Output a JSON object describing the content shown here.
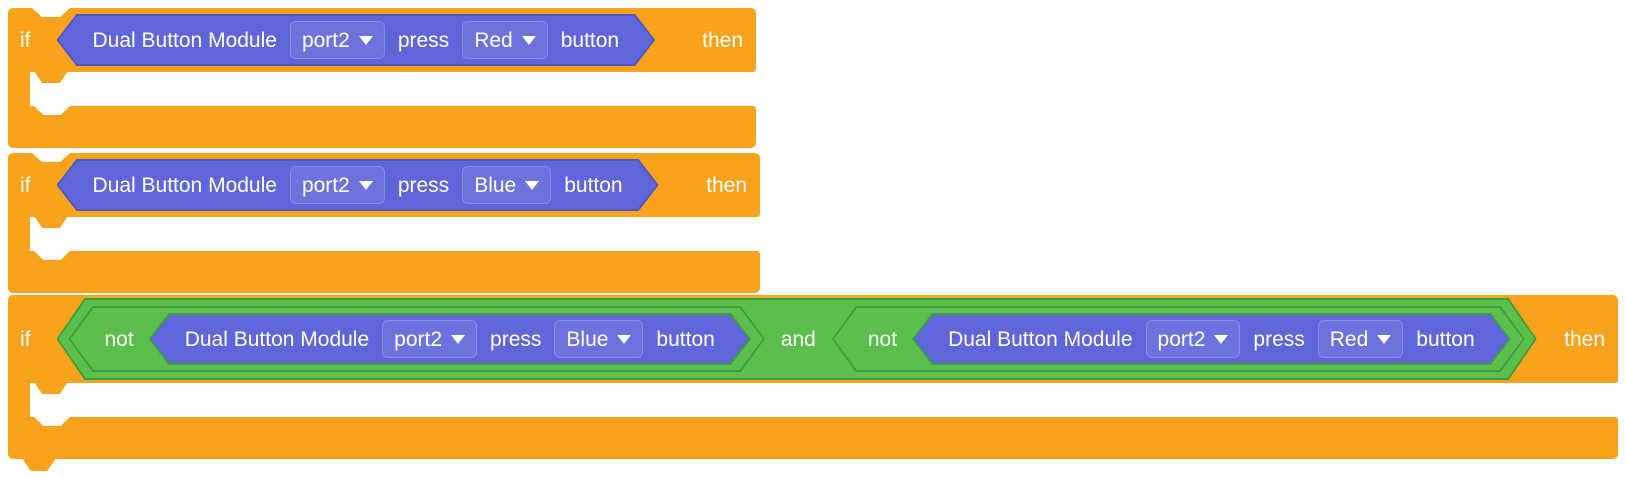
{
  "colors": {
    "orange": "#F9A21B",
    "green": "#5ABF4D",
    "green_border": "#3E9E3E",
    "purple": "#5F66D9",
    "purple_border": "#4D55C8",
    "purple_field": "#6C73DF",
    "purple_field_border": "#888DE8",
    "text": "#FFFFFF",
    "canvas_bg": "#FFFFFF"
  },
  "blocks": [
    {
      "type": "if-then",
      "if_label": "if",
      "then_label": "then",
      "condition": {
        "module_label": "Dual Button Module",
        "port_value": "port2",
        "press_label": "press",
        "color_value": "Red",
        "button_label": "button"
      }
    },
    {
      "type": "if-then",
      "if_label": "if",
      "then_label": "then",
      "condition": {
        "module_label": "Dual Button Module",
        "port_value": "port2",
        "press_label": "press",
        "color_value": "Blue",
        "button_label": "button"
      }
    },
    {
      "type": "if-then",
      "if_label": "if",
      "then_label": "then",
      "operator": {
        "and_label": "and",
        "left": {
          "not_label": "not",
          "condition": {
            "module_label": "Dual Button Module",
            "port_value": "port2",
            "press_label": "press",
            "color_value": "Blue",
            "button_label": "button"
          }
        },
        "right": {
          "not_label": "not",
          "condition": {
            "module_label": "Dual Button Module",
            "port_value": "port2",
            "press_label": "press",
            "color_value": "Red",
            "button_label": "button"
          }
        }
      }
    }
  ]
}
